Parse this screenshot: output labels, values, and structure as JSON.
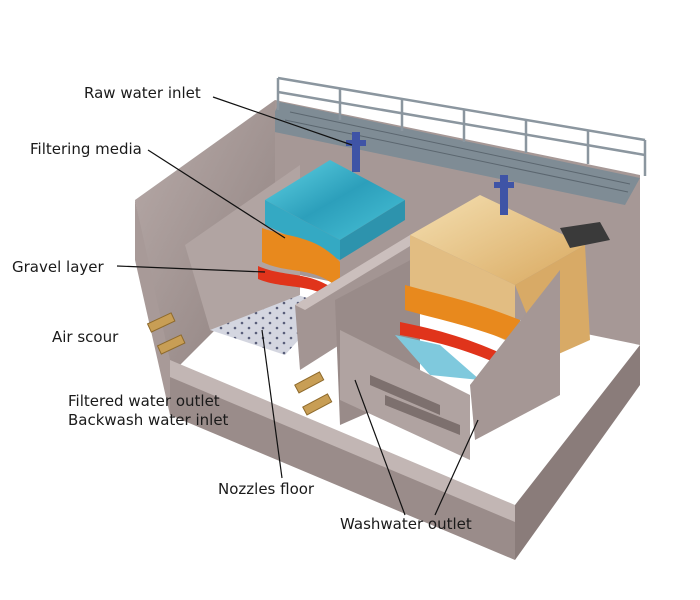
{
  "labels": {
    "raw_water_inlet": "Raw water inlet",
    "filtering_media": "Filtering media",
    "gravel_layer": "Gravel layer",
    "air_scour": "Air scour",
    "filtered_water_outlet": "Filtered water outlet",
    "backwash_water_inlet": "Backwash water inlet",
    "nozzles_floor": "Nozzles floor",
    "washwater_outlet": "Washwater outlet"
  },
  "colors": {
    "concrete": "#9a8c8a",
    "concrete_light": "#b5a8a6",
    "concrete_dark": "#6f6361",
    "water": "#2fa6c0",
    "water_sand": "#e5c38a",
    "sand_layer": "#e88a1e",
    "gravel": "#e1371c",
    "nozzles": "#cfd1dc",
    "rail": "#8f9aa3"
  }
}
